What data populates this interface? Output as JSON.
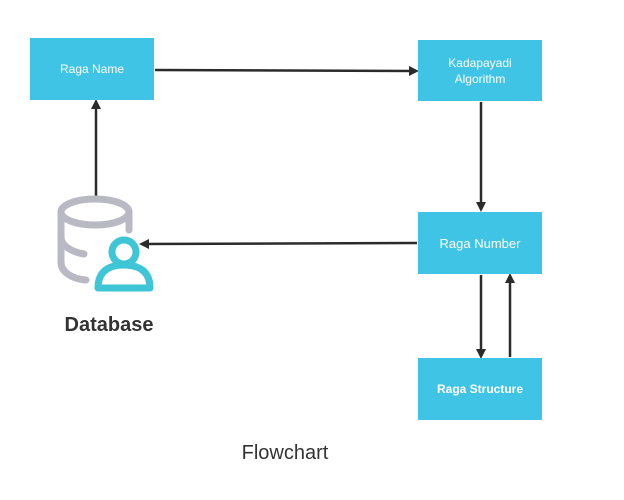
{
  "nodes": {
    "raga_name": "Raga Name",
    "kadapayadi_line1": "Kadapayadi",
    "kadapayadi_line2": "Algorithm",
    "raga_number": "Raga Number",
    "raga_structure": "Raga Structure"
  },
  "database_label": "Database",
  "caption": "Flowchart",
  "colors": {
    "box_fill": "#40c4e6",
    "box_text": "#ffffff",
    "arrow": "#2b2b2b",
    "db_icon_gray": "#b9b9c3",
    "db_icon_teal": "#3fc6d6",
    "label_text": "#333333"
  },
  "icons": [
    "database-icon",
    "user-icon"
  ]
}
